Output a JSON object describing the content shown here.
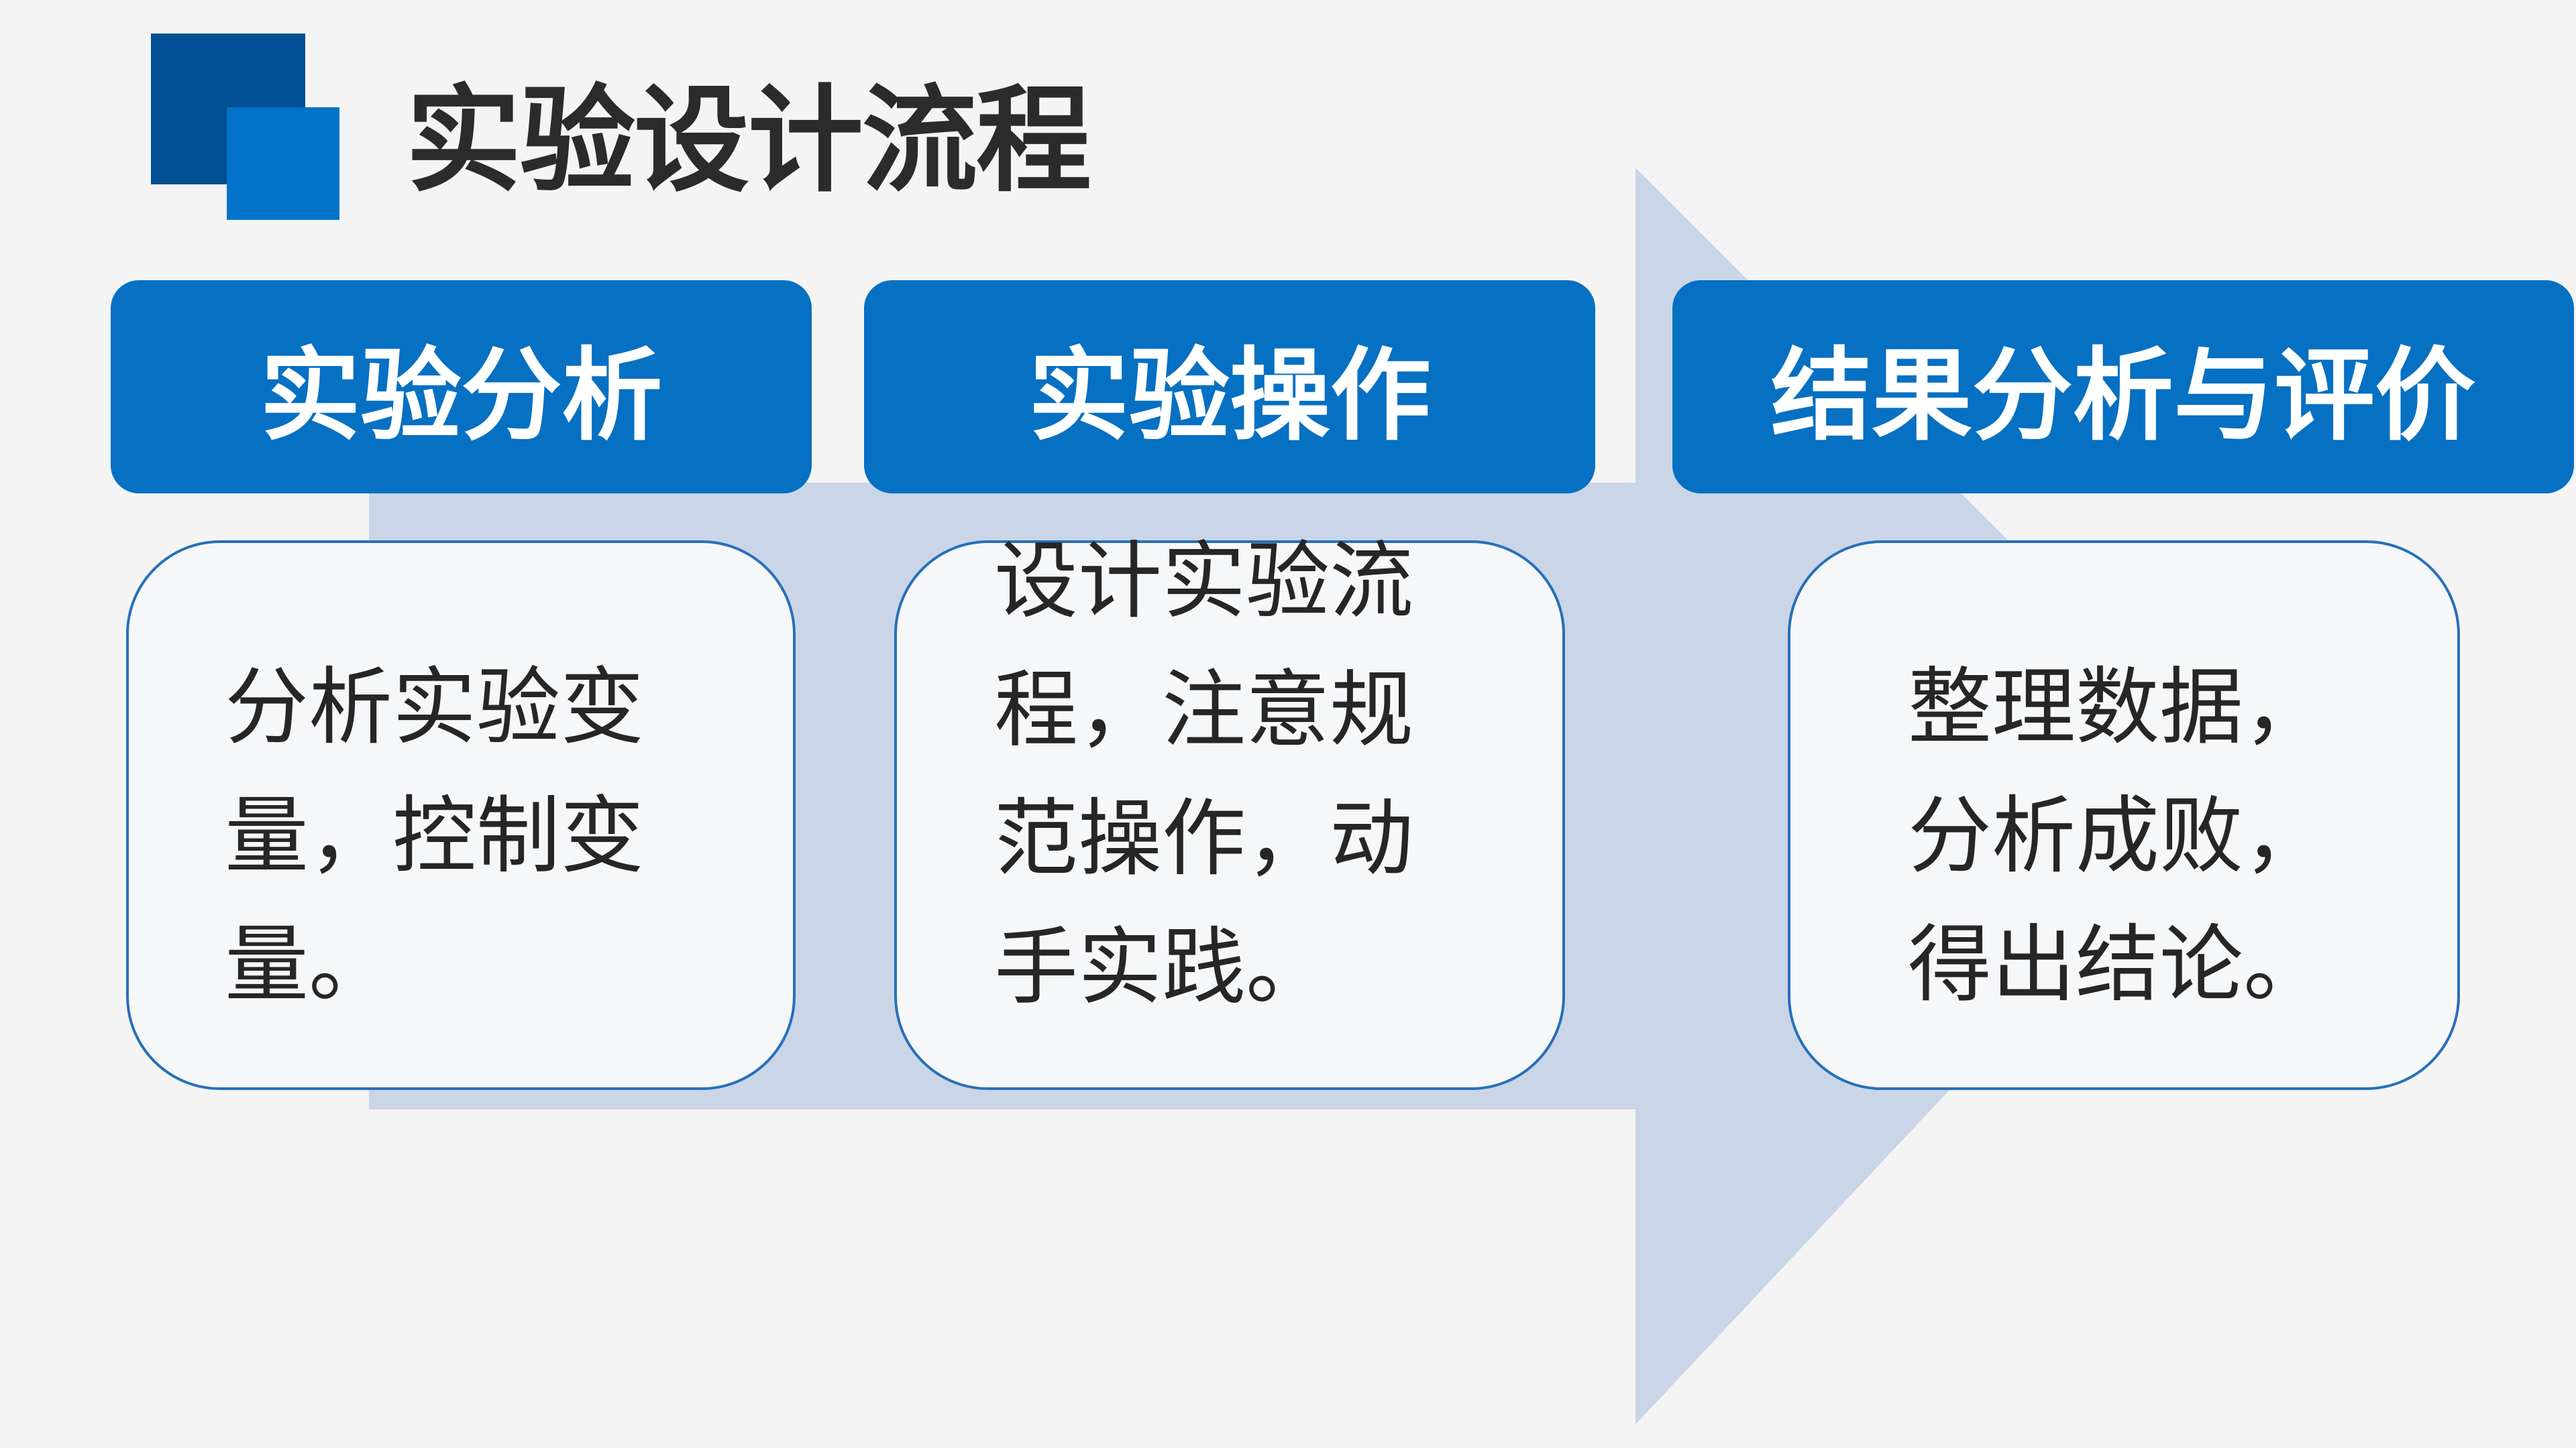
{
  "title": "实验设计流程",
  "colors": {
    "background": "#f4f4f4",
    "arrow": "#cad6e8",
    "header_fill": "#0670c2",
    "card_border": "#2770b9",
    "square_dark": "#014f94",
    "square_light": "#0273c8"
  },
  "steps": [
    {
      "heading": "实验分析",
      "description": "分析实验变\n量，控制变\n量。"
    },
    {
      "heading": "实验操作",
      "description": "设计实验流\n程，注意规\n范操作，动\n手实践。"
    },
    {
      "heading": "结果分析与评价",
      "description": "整理数据，\n分析成败，\n得出结论。"
    }
  ]
}
